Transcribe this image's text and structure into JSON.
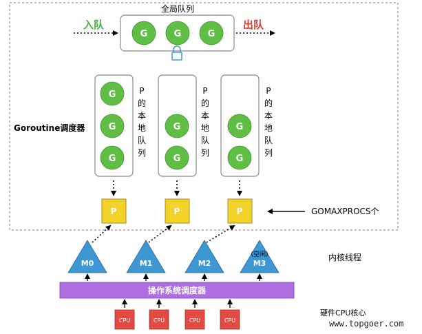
{
  "global_queue": {
    "title": "全局队列",
    "items": [
      "G",
      "G",
      "G"
    ]
  },
  "enqueue_label": "入队",
  "dequeue_label": "出队",
  "scheduler_label": "Goroutine调度器",
  "local_queues": [
    {
      "items": [
        "G",
        "G",
        "G"
      ],
      "label_chars": [
        "P",
        "的",
        "本",
        "地",
        "队",
        "列"
      ]
    },
    {
      "items": [
        "G",
        "G"
      ],
      "label_chars": [
        "P",
        "的",
        "本",
        "地",
        "队",
        "列"
      ]
    },
    {
      "items": [
        "G",
        "G"
      ],
      "label_chars": [
        "P",
        "的",
        "本",
        "地",
        "队",
        "列"
      ]
    }
  ],
  "processors": [
    "P",
    "P",
    "P"
  ],
  "gomaxprocs_label": "GOMAXPROCS个",
  "threads": [
    {
      "name": "M0",
      "note": ""
    },
    {
      "name": "M1",
      "note": ""
    },
    {
      "name": "M2",
      "note": ""
    },
    {
      "name": "M3",
      "note": "(空闲)"
    }
  ],
  "kernel_threads_label": "内核线程",
  "os_scheduler_label": "操作系统调度器",
  "cpus": [
    "CPU",
    "CPU",
    "CPU",
    "CPU"
  ],
  "cpu_label": "硬件CPU核心",
  "watermark": "www.topgoer.com",
  "colors": {
    "goroutine": "#5fbf45",
    "processor": "#f3d22a",
    "thread": "#3d97d3",
    "os_scheduler": "#b06fe0",
    "cpu": "#e14b43",
    "enqueue": "#47b33f",
    "dequeue": "#e23a2e",
    "lock": "#3d97d3"
  }
}
